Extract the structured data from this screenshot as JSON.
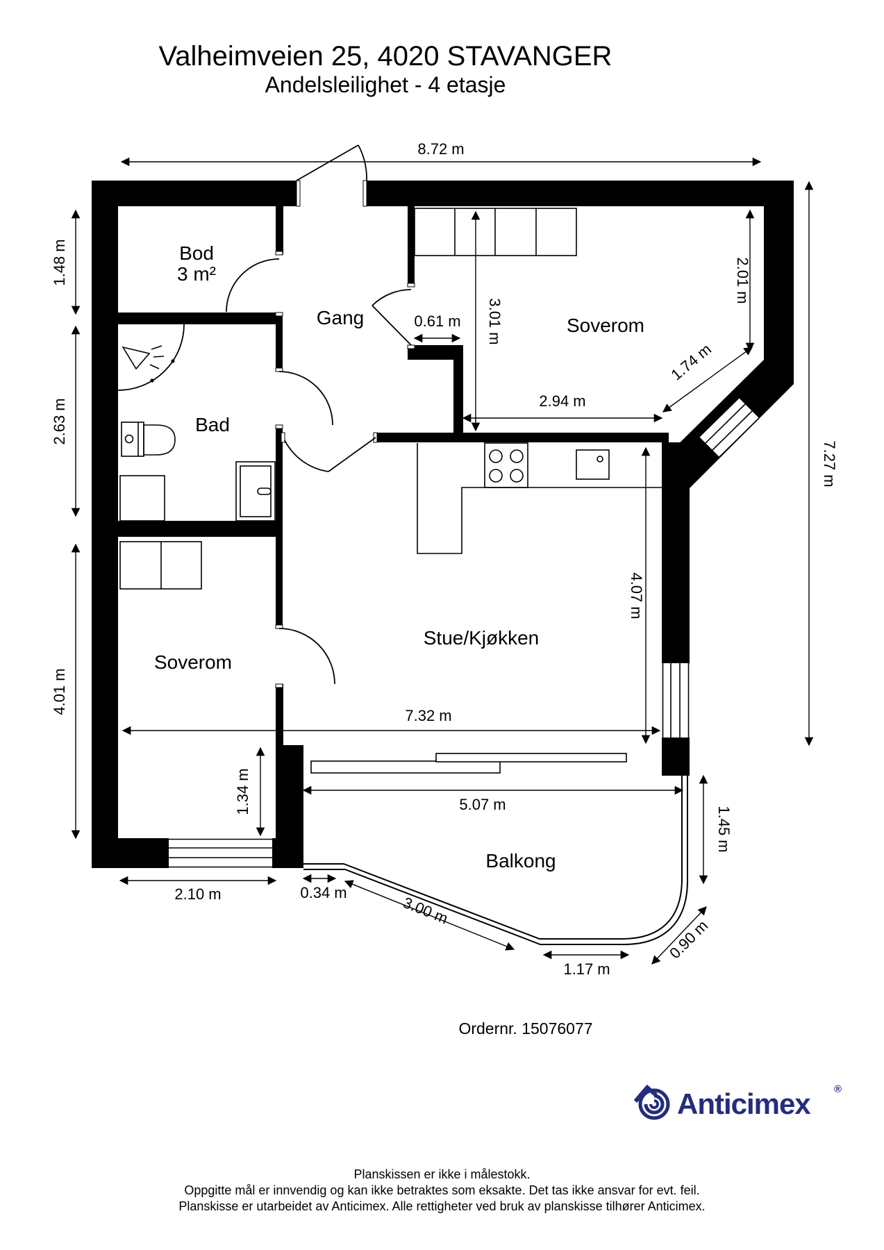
{
  "title": {
    "line1": "Valheimveien 25, 4020 STAVANGER",
    "line2": "Andelsleilighet  - 4 etasje"
  },
  "rooms": {
    "bod": {
      "name": "Bod",
      "area": "3 m²"
    },
    "gang": {
      "name": "Gang"
    },
    "soverom1": {
      "name": "Soverom"
    },
    "bad": {
      "name": "Bad"
    },
    "stue": {
      "name": "Stue/Kjøkken"
    },
    "soverom2": {
      "name": "Soverom"
    },
    "balkong": {
      "name": "Balkong"
    }
  },
  "dims": {
    "overall_width": "8.72 m",
    "bod_height": "1.48 m",
    "bad_height": "2.63 m",
    "soverom2_height": "4.01 m",
    "soverom2_width": "2.10 m",
    "gang_step": "0.61 m",
    "soverom1_height": "3.01 m",
    "soverom1_width": "2.94 m",
    "soverom1_right": "2.01 m",
    "soverom1_diag": "1.74 m",
    "overall_height": "7.27 m",
    "stue_height": "4.07 m",
    "stue_width": "7.32 m",
    "window_offset": "1.34 m",
    "balcony_width": "5.07 m",
    "balcony_offset": "0.34 m",
    "balcony_edge": "3.00 m",
    "balcony_bottom": "1.17 m",
    "balcony_corner": "0.90 m",
    "balcony_height": "1.45 m"
  },
  "order": {
    "text": "Ordernr. 15076077"
  },
  "logo": {
    "name": "Anticimex",
    "registered": "®",
    "color": "#232d7d"
  },
  "footer": {
    "line1": "Planskissen er ikke i målestokk.",
    "line2": "Oppgitte mål er innvendig og kan ikke betraktes som eksakte. Det tas ikke ansvar for evt. feil.",
    "line3": "Planskisse er utarbeidet av Anticimex. Alle rettigheter ved bruk av planskisse tilhører Anticimex."
  }
}
